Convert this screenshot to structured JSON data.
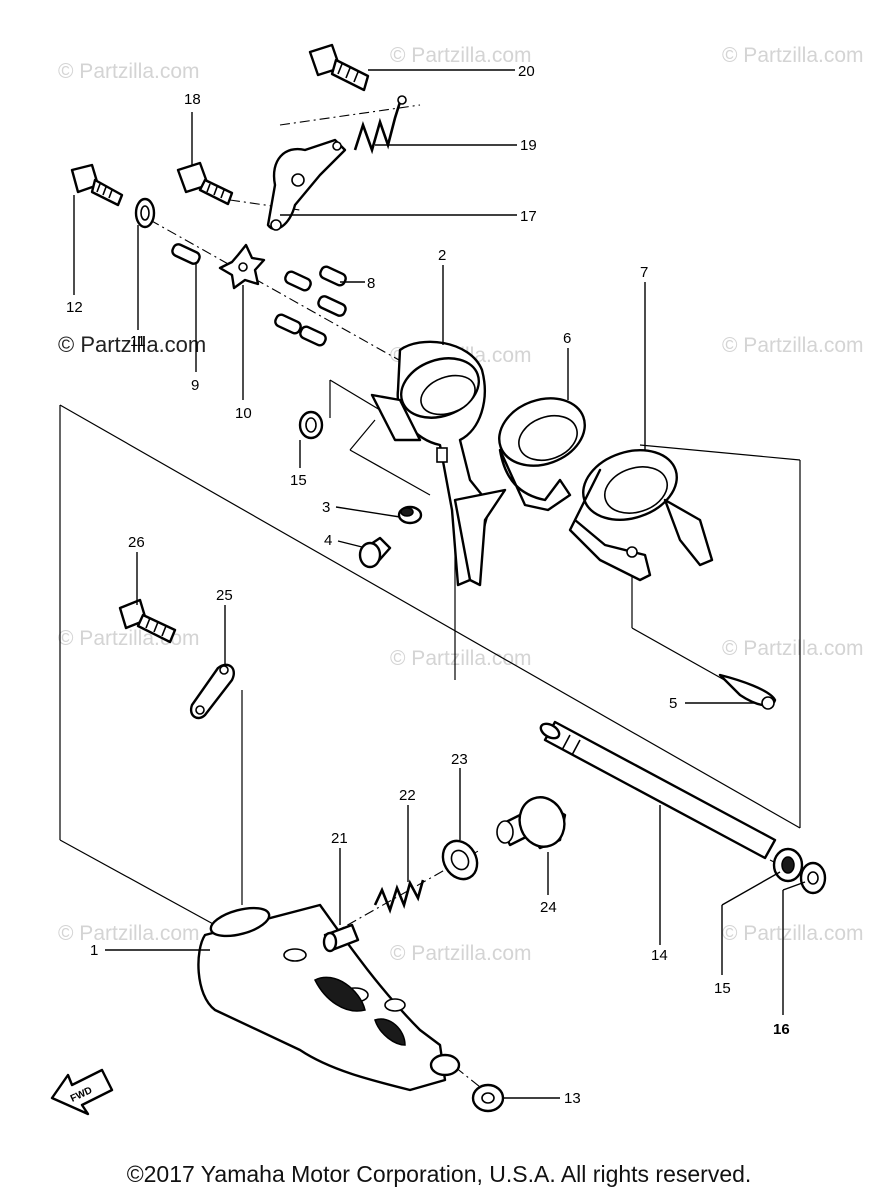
{
  "watermarks": {
    "faint": "© Partzilla.com",
    "dark": "© Partzilla.com"
  },
  "callouts": {
    "c1": "1",
    "c2": "2",
    "c3": "3",
    "c4": "4",
    "c5": "5",
    "c6": "6",
    "c7": "7",
    "c8": "8",
    "c9": "9",
    "c10": "10",
    "c11": "11",
    "c12": "12",
    "c13": "13",
    "c14": "14",
    "c15a": "15",
    "c15b": "15",
    "c16": "16",
    "c17": "17",
    "c18": "18",
    "c19": "19",
    "c20": "20",
    "c21": "21",
    "c22": "22",
    "c23": "23",
    "c24": "24",
    "c25": "25",
    "c26": "26"
  },
  "fwd_label": "FWD",
  "copyright": "©2017 Yamaha Motor Corporation, U.S.A. All rights reserved."
}
